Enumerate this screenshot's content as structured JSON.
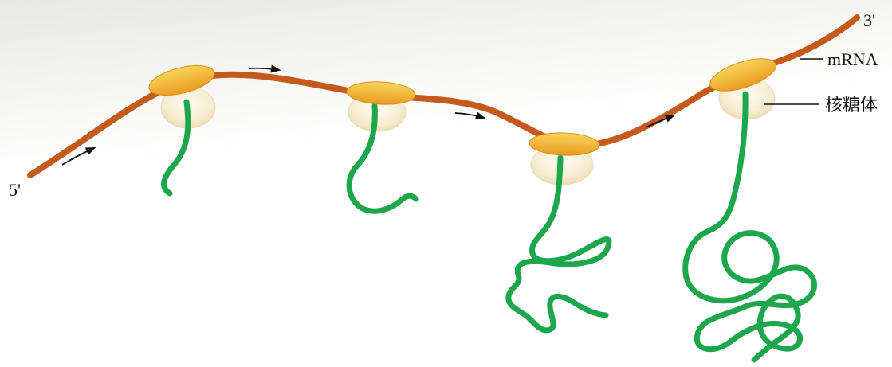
{
  "labels": {
    "three_prime": "3'",
    "mrna": "mRNA",
    "ribosome": "核糖体",
    "five_prime": "5'"
  },
  "colors": {
    "mrna": "#c45a1d",
    "polypeptide": "#1ea64c",
    "ribosome_large_top": "#f9d55a",
    "ribosome_large_bottom": "#e99a22",
    "ribosome_small": "#f6eccf",
    "arrow": "#111111"
  }
}
